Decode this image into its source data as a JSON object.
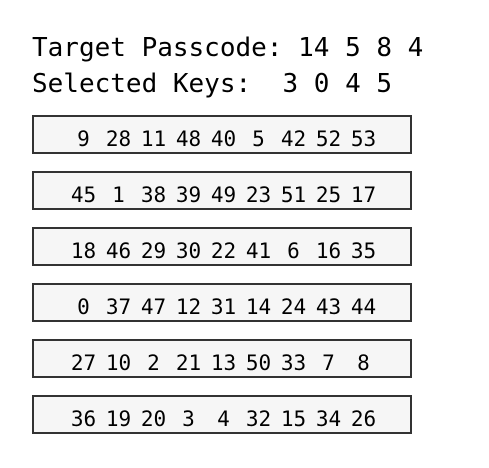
{
  "header": {
    "target_label": "Target Passcode:",
    "target_value": "14 5 8 4",
    "selected_label": "Selected Keys:",
    "selected_value": "3 0 4 5"
  },
  "keypad": {
    "rows": [
      [
        "9",
        "28",
        "11",
        "48",
        "40",
        "5",
        "42",
        "52",
        "53"
      ],
      [
        "45",
        "1",
        "38",
        "39",
        "49",
        "23",
        "51",
        "25",
        "17"
      ],
      [
        "18",
        "46",
        "29",
        "30",
        "22",
        "41",
        "6",
        "16",
        "35"
      ],
      [
        "0",
        "37",
        "47",
        "12",
        "31",
        "14",
        "24",
        "43",
        "44"
      ],
      [
        "27",
        "10",
        "2",
        "21",
        "13",
        "50",
        "33",
        "7",
        "8"
      ],
      [
        "36",
        "19",
        "20",
        "3",
        "4",
        "32",
        "15",
        "34",
        "26"
      ]
    ]
  }
}
